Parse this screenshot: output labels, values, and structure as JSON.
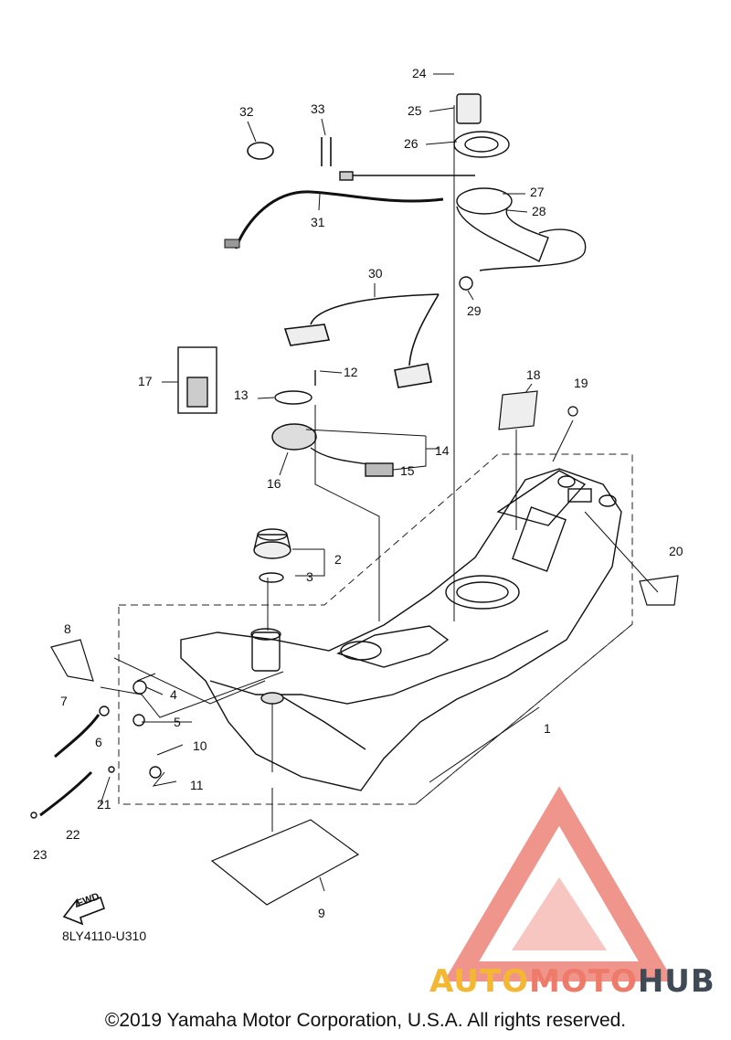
{
  "diagram_code": "8LY4110-U310",
  "copyright": "©2019 Yamaha Motor Corporation, U.S.A. All rights reserved.",
  "watermark": {
    "part1": "AUTO",
    "part2": "MOTO",
    "part3": "HUB",
    "colors": {
      "accent1": "#f4b731",
      "accent2": "#ee7b6a",
      "dark": "#3f4a55",
      "triangle": "#ef8a80"
    }
  },
  "fwd_label": "FWD",
  "callouts": [
    "1",
    "2",
    "3",
    "4",
    "5",
    "6",
    "7",
    "8",
    "9",
    "10",
    "11",
    "12",
    "13",
    "14",
    "15",
    "16",
    "17",
    "18",
    "19",
    "20",
    "21",
    "22",
    "23",
    "24",
    "25",
    "26",
    "27",
    "28",
    "29",
    "30",
    "31",
    "32",
    "33"
  ]
}
